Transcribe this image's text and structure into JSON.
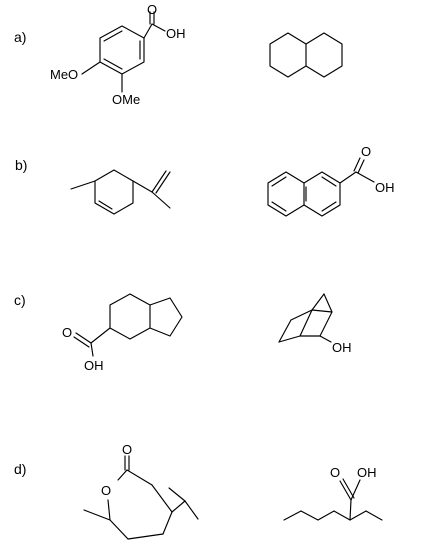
{
  "problems": [
    {
      "label": "a)"
    },
    {
      "label": "b)"
    },
    {
      "label": "c)"
    },
    {
      "label": "d)"
    }
  ],
  "atoms": {
    "o": "O",
    "oh": "OH",
    "meo": "MeO",
    "ome": "OMe"
  }
}
